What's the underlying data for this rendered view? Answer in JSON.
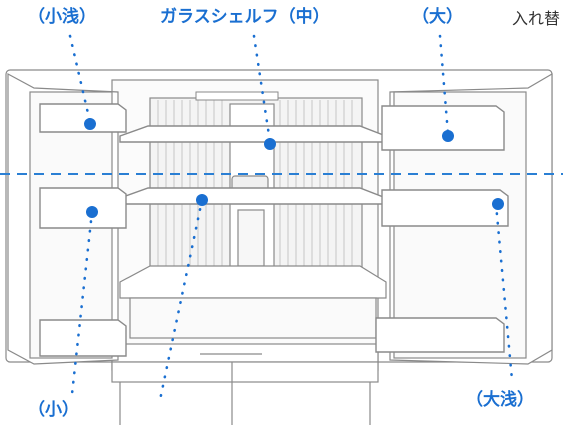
{
  "labels": {
    "small_shallow": "（小浅）",
    "glass_shelf_mid": "ガラスシェルフ（中）",
    "large": "（大）",
    "side_text": "入れ替",
    "small": "（小）",
    "large_shallow": "（大浅）"
  },
  "colors": {
    "accent": "#1a6fd1",
    "line": "#8a8a8a",
    "dash": "#2a7fd4"
  }
}
